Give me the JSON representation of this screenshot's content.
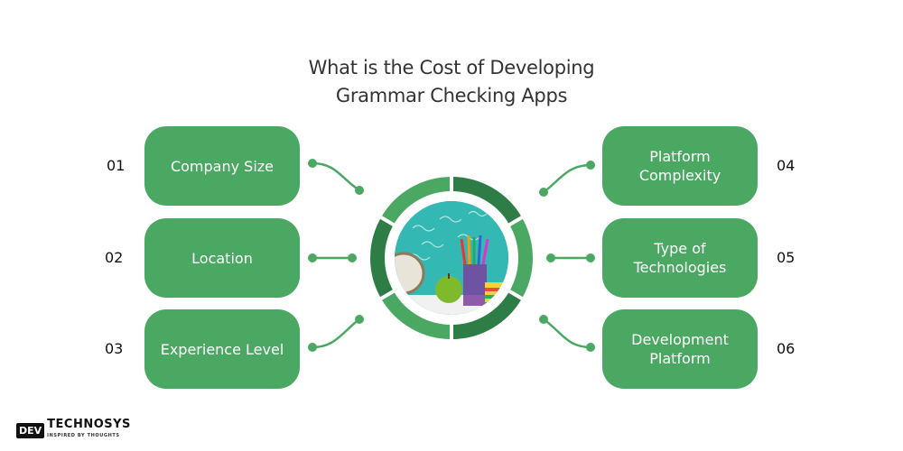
{
  "title": {
    "line1": "What is the Cost of Developing",
    "line2": "Grammar Checking Apps"
  },
  "factors": [
    {
      "number": "01",
      "label": "Company Size"
    },
    {
      "number": "02",
      "label": "Location"
    },
    {
      "number": "03",
      "label": "Experience Level"
    },
    {
      "number": "04",
      "label": "Platform Complexity"
    },
    {
      "number": "05",
      "label": "Type of Technologies"
    },
    {
      "number": "06",
      "label": "Development Platform"
    }
  ],
  "hub": {
    "image": "classroom-blackboard-apple-pencils"
  },
  "logo": {
    "brand": "DEV TECHNOSYS",
    "part1": "DEV",
    "part2": "TECHNOSYS",
    "tagline": "INSPIRED BY THOUGHTS"
  },
  "colors": {
    "card": "#4aa862",
    "ring_light": "#4aa862",
    "ring_dark": "#2e7d46",
    "text": "#333333"
  }
}
